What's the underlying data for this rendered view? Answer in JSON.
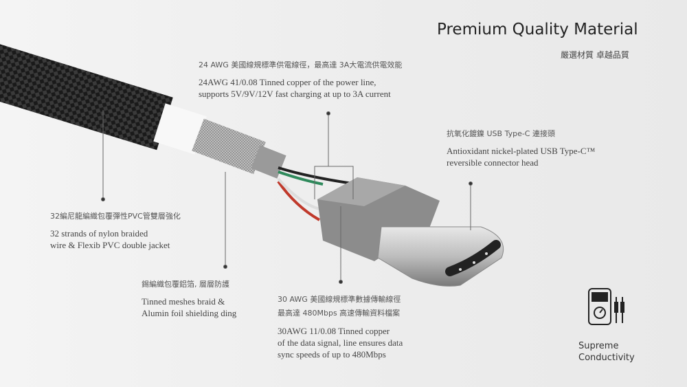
{
  "header": {
    "title": "Premium Quality Material",
    "subtitle": "嚴選材質 卓越品質"
  },
  "callouts": {
    "power": {
      "cn": "24 AWG 美國線規標準供電線徑，最高達 3A大電流供電效能",
      "en1": "24AWG 41/0.08 Tinned copper of the power line,",
      "en2": "supports 5V/9V/12V fast charging at up to 3A current"
    },
    "connector": {
      "cn": "抗氧化鍍鎳 USB Type-C 連接頭",
      "en1": "Antioxidant nickel-plated USB Type-C™",
      "en2": "reversible connector head"
    },
    "jacket": {
      "cn": "32編尼龍編織包覆彈性PVC管雙層強化",
      "en1": "32 strands of nylon braided",
      "en2": "wire & Flexib PVC double jacket"
    },
    "shield": {
      "cn": "錫編織包覆鋁箔, 層層防護",
      "en1": "Tinned meshes braid &",
      "en2": "Alumin foil shielding ding"
    },
    "data": {
      "cn1": "30 AWG 美國線規標準數據傳輸線徑",
      "cn2": "最高達 480Mbps 高速傳輸資料檔案",
      "en1": "30AWG 11/0.08 Tinned copper",
      "en2": "of the data signal, line ensures data",
      "en3": "sync speeds  of up to 480Mbps"
    }
  },
  "badge": {
    "line1": "Supreme",
    "line2": "Conductivity",
    "icon": "multimeter-icon"
  }
}
